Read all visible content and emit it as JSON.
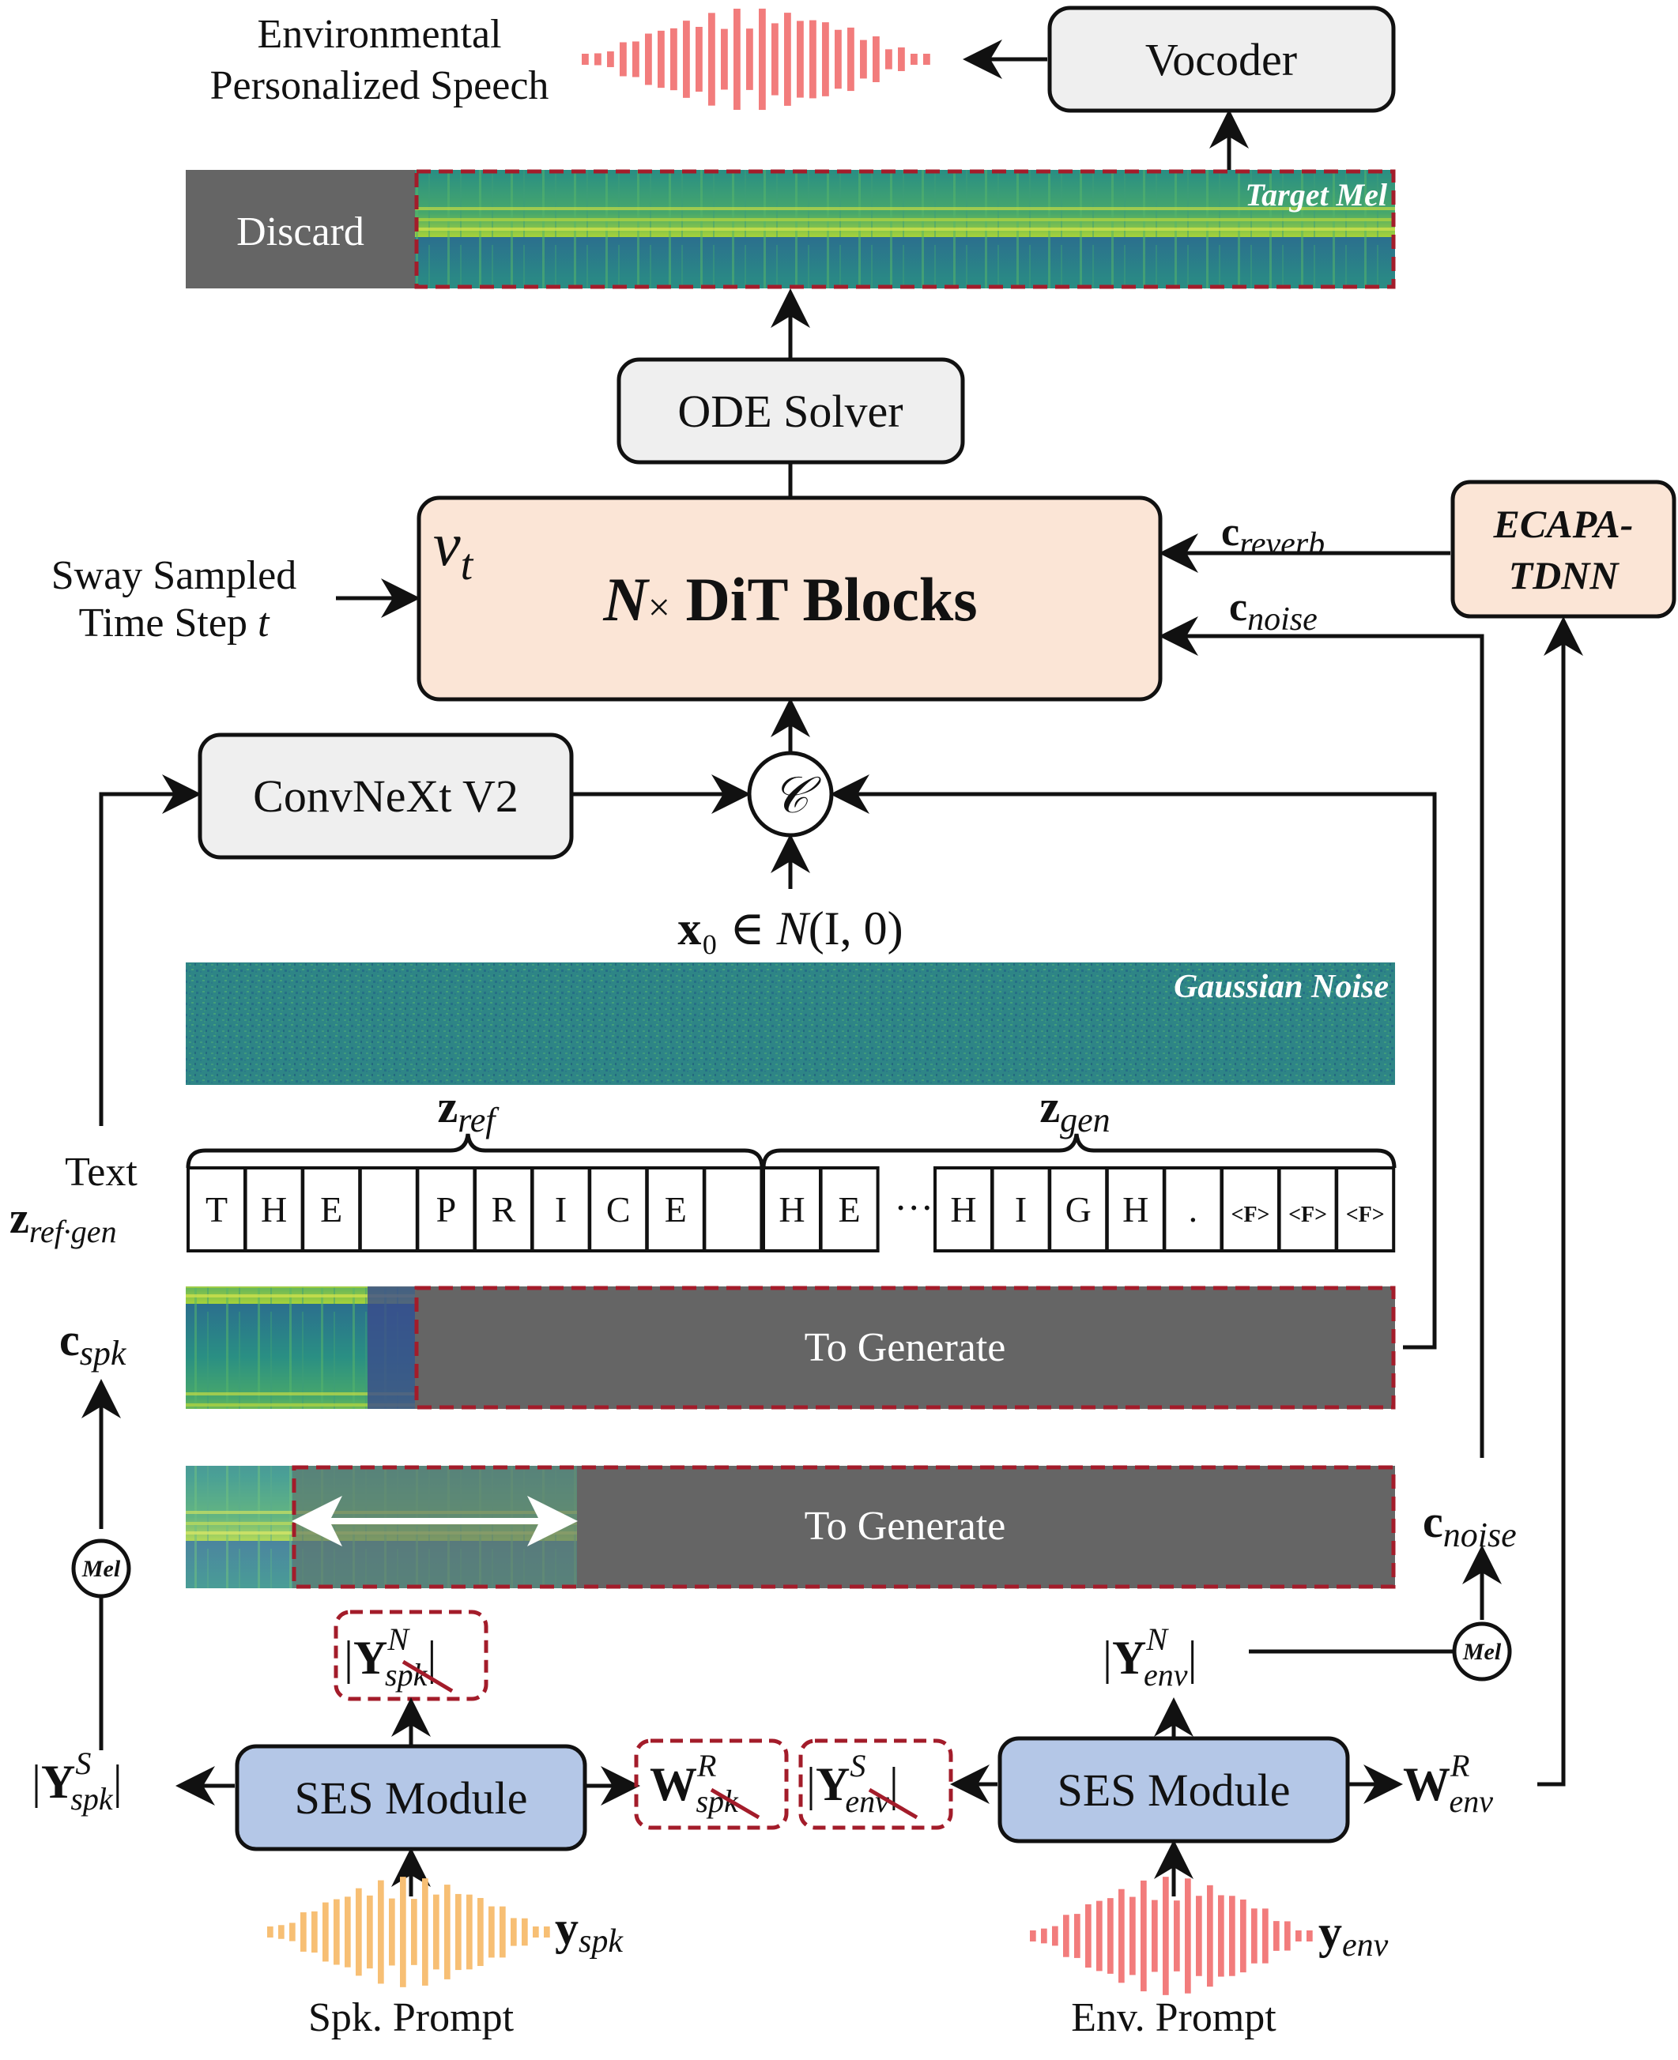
{
  "colors": {
    "box_gray": "#efefef",
    "box_peach": "#fbe5d6",
    "box_blue": "#b4c7e7",
    "dark_gray": "#656565",
    "dashed_red": "#a31c2a",
    "wave_red": "#f27c7c",
    "wave_orange": "#f7bf74",
    "spec_teal": "#2d8b86",
    "spec_green": "#8dcf3f"
  },
  "top": {
    "output_label_line1": "Environmental",
    "output_label_line2": "Personalized Speech",
    "vocoder": "Vocoder",
    "discard": "Discard",
    "target_mel": "Target Mel",
    "ode_solver": "ODE Solver"
  },
  "dit": {
    "vt_symbol": "v",
    "vt_sub": "t",
    "title_n": "N",
    "title_x": "×",
    "title_rest": " DiT Blocks",
    "c_reverb_c": "c",
    "c_reverb_sub": "reverb",
    "c_noise_c": "c",
    "c_noise_sub": "noise",
    "ecapa_line1": "ECAPA-",
    "ecapa_line2": "TDNN",
    "time_line1": "Sway Sampled",
    "time_line2": "Time Step ",
    "time_t": "t"
  },
  "middle": {
    "convnext": "ConvNeXt V2",
    "concat": "𝒞",
    "x0_bold": "x",
    "x0_rest": "₀ ∈ ",
    "x0_n": "N",
    "x0_args": "(I, 0)",
    "gaussian_noise": "Gaussian Noise",
    "z_ref_z": "z",
    "z_ref_sub": "ref",
    "z_gen_z": "z",
    "z_gen_sub": "gen",
    "text_label": "Text",
    "z_refgen_z": "z",
    "z_refgen_sub": "ref·gen",
    "tokens_ref": [
      "T",
      "H",
      "E",
      "",
      "P",
      "R",
      "I",
      "C",
      "E",
      ""
    ],
    "tokens_gen_start": [
      "H",
      "E"
    ],
    "ellipsis": "···",
    "tokens_gen_end": [
      "H",
      "I",
      "G",
      "H",
      ".",
      "<F>",
      "<F>",
      "<F>"
    ],
    "c_spk_c": "c",
    "c_spk_sub": "spk",
    "to_generate_1": "To Generate",
    "to_generate_2": "To Generate",
    "c_noise2_c": "c",
    "c_noise2_sub": "noise",
    "mel_circle_left": "Mel",
    "mel_circle_right": "Mel"
  },
  "bottom": {
    "y_spk_n_Y": "Y",
    "y_spk_n_sup": "N",
    "y_spk_n_sub": "spk",
    "y_env_n_Y": "Y",
    "y_env_n_sup": "N",
    "y_env_n_sub": "env",
    "y_spk_s_Y": "Y",
    "y_spk_s_sup": "S",
    "y_spk_s_sub": "spk",
    "ses_left": "SES Module",
    "ses_right": "SES Module",
    "w_spk_r_W": "W",
    "w_spk_r_sup": "R",
    "w_spk_r_sub": "spk",
    "y_env_s_Y": "Y",
    "y_env_s_sup": "S",
    "y_env_s_sub": "env",
    "w_env_r_W": "W",
    "w_env_r_sup": "R",
    "w_env_r_sub": "env",
    "y_spk_y": "y",
    "y_spk_sub": "spk",
    "y_env_y": "y",
    "y_env_sub": "env",
    "spk_prompt": "Spk. Prompt",
    "env_prompt": "Env. Prompt"
  }
}
